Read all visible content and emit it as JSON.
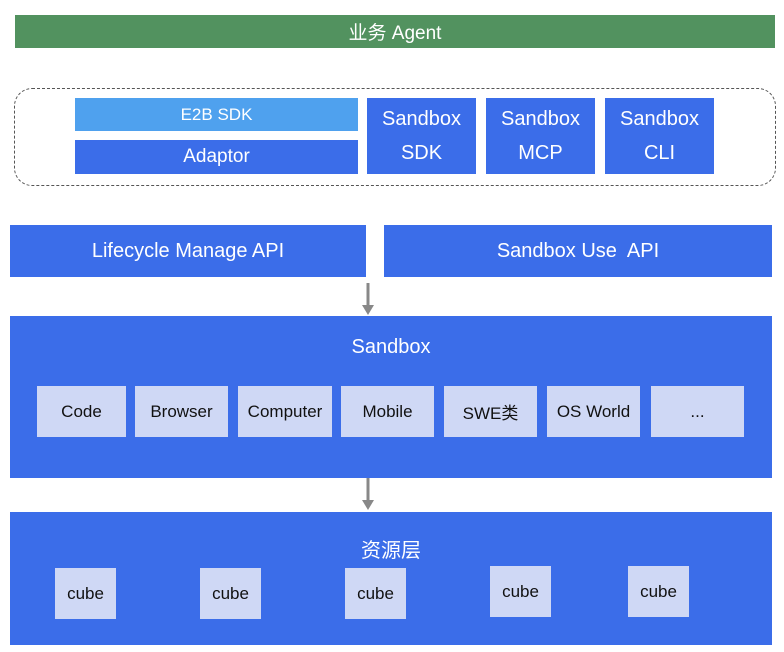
{
  "agent": {
    "label": "业务 Agent"
  },
  "sdk_group": {
    "e2b_sdk": "E2B SDK",
    "adaptor": "Adaptor",
    "sandbox_sdk": [
      "Sandbox",
      "SDK"
    ],
    "sandbox_mcp": [
      "Sandbox",
      "MCP"
    ],
    "sandbox_cli": [
      "Sandbox",
      "CLI"
    ]
  },
  "api": {
    "lifecycle": "Lifecycle Manage API",
    "sandbox_use": "Sandbox Use  API"
  },
  "sandbox": {
    "title": "Sandbox",
    "items": [
      "Code",
      "Browser",
      "Computer",
      "Mobile",
      "SWE类",
      "OS World",
      "..."
    ]
  },
  "resource": {
    "title": "资源层",
    "items": [
      "cube",
      "cube",
      "cube",
      "cube",
      "cube"
    ]
  },
  "colors": {
    "agent_bar": "#52925f",
    "primary_blue": "#3b6de9",
    "e2b_blue": "#4fa1ee",
    "item_grey": "#cfd8f5",
    "arrow": "#888888"
  }
}
